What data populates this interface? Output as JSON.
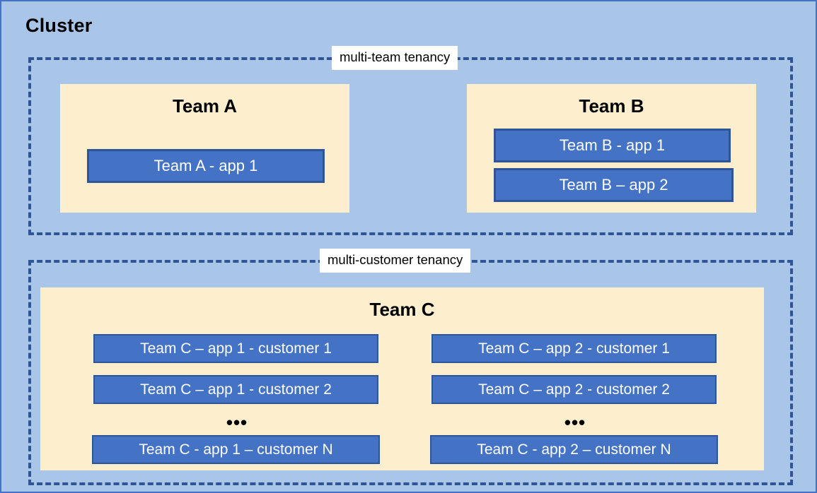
{
  "diagram": {
    "cluster_label": "Cluster",
    "background_color": "#a9c6e8",
    "panel_color": "#fdeecd",
    "app_color": "#4472c4",
    "app_border_color": "#2f5597",
    "zones": [
      {
        "id": "multi-team",
        "label": "multi-team tenancy"
      },
      {
        "id": "multi-customer",
        "label": "multi-customer tenancy"
      }
    ],
    "teams": [
      {
        "name": "Team A",
        "apps": [
          {
            "label": "Team A - app 1"
          }
        ]
      },
      {
        "name": "Team B",
        "apps": [
          {
            "label": "Team B - app 1"
          },
          {
            "label": "Team B – app 2"
          }
        ]
      },
      {
        "name": "Team C",
        "columns": [
          {
            "app": "app 1",
            "items": [
              {
                "label": "Team C – app 1 - customer 1"
              },
              {
                "label": "Team C – app 1 - customer 2"
              }
            ],
            "ellipsis": "•••",
            "last": {
              "label": "Team C - app 1 – customer N"
            }
          },
          {
            "app": "app 2",
            "items": [
              {
                "label": "Team C – app 2 - customer 1"
              },
              {
                "label": "Team C – app 2 - customer 2"
              }
            ],
            "ellipsis": "•••",
            "last": {
              "label": "Team C - app 2 – customer N"
            }
          }
        ]
      }
    ]
  }
}
